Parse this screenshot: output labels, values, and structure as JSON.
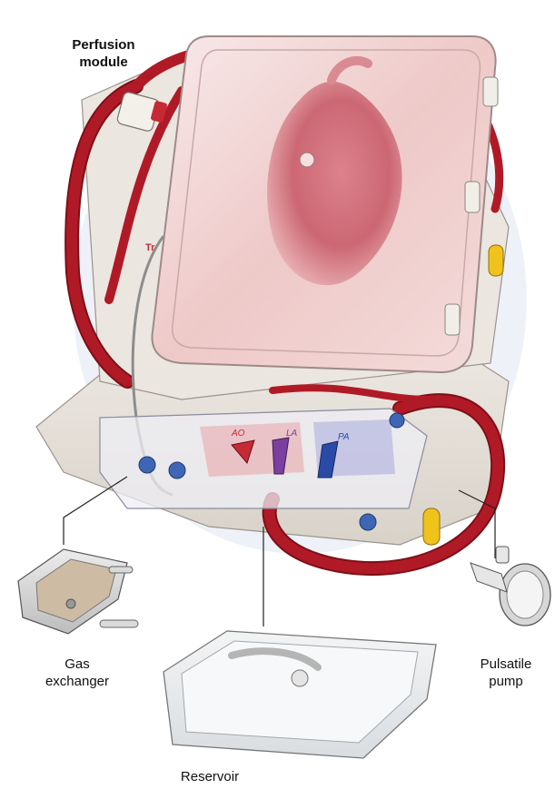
{
  "labels": {
    "perfusion_line1": "Perfusion",
    "perfusion_line2": "module",
    "gas_line1": "Gas",
    "gas_line2": "exchanger",
    "pump_line1": "Pulsatile",
    "pump_line2": "pump",
    "reservoir": "Reservoir"
  },
  "device_marks": {
    "brand": "Tr",
    "port_la": "LA",
    "port_pa": "PA",
    "port_ao": "AO"
  },
  "colors": {
    "tubing": "#b01a26",
    "tubing_dark": "#7d0f18",
    "base_plate": "#e9e4dd",
    "lid": "#f1d9d6",
    "connector_blue": "#3d67b5",
    "valve_red": "#c62a34",
    "valve_purple": "#7b3fa0",
    "valve_blue": "#2b4aa8",
    "clamp_yellow": "#f0c21c"
  }
}
